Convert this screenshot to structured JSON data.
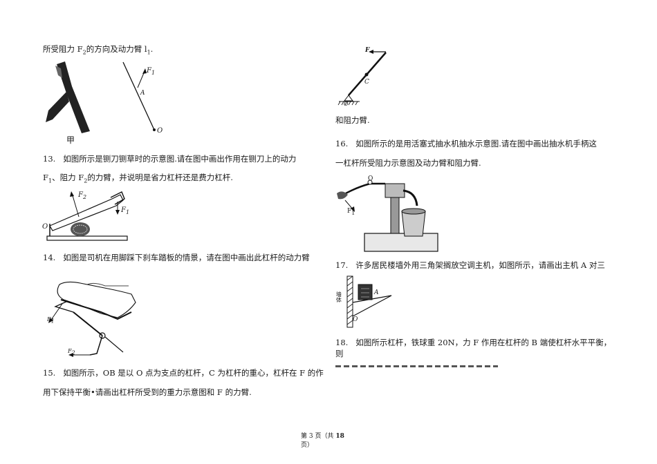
{
  "left": {
    "intro_line": {
      "pre": "所受阻力 F",
      "sub": "2",
      "post": "的方向及动力臂 l",
      "post_sub": "1",
      "end": "."
    },
    "fig12": {
      "label_jia": "甲",
      "label_F": "F",
      "label_F_sub": "1",
      "label_A": "A",
      "label_O": "O"
    },
    "q13": {
      "number": "13.",
      "line1": "如图所示是铡刀铡草时的示意图.请在图中画出作用在铡刀上的动力",
      "line2_pre": "F",
      "line2_sub1": "1",
      "line2_mid": "、阻力 F",
      "line2_sub2": "2",
      "line2_post": "的力臂，并说明是省力杠杆还是费力杠杆.",
      "fig": {
        "label_F2": "F",
        "label_F2_sub": "2",
        "label_F1": "F",
        "label_F1_sub": "1",
        "label_O": "O"
      }
    },
    "q14": {
      "number": "14.",
      "line1": "如图是司机在用脚踩下刹车踏板的情景，请在图中画出此杠杆的动力臂",
      "fig": {
        "label_F1": "F",
        "label_F1_sub": "1",
        "label_F2": "F",
        "label_F2_sub": "2"
      }
    },
    "q15": {
      "number": "15.",
      "line1": "如图所示，OB 是以 O 点为支点的杠杆，C 为杠杆的重心，杠杆在 F 的作",
      "line2": "用下保持平衡•请画出杠杆所受到的重力示意图和 F 的力臂."
    }
  },
  "right": {
    "fig15": {
      "label_F": "F",
      "label_C": "C",
      "label_O": "O"
    },
    "q15_cont": "和阻力臂.",
    "q16": {
      "number": "16.",
      "line1": "如图所示的是用活塞式抽水机抽水示意图.请在图中画出抽水机手柄这",
      "line2": "一杠杆所受阻力示意图及动力臂和阻力臂.",
      "fig": {
        "label_O": "O",
        "label_F1": "F",
        "label_F1_sub": "1"
      }
    },
    "q17": {
      "number": "17.",
      "line1": "许多居民楼墙外用三角架搁放空调主机，如图所示，请画出主机 A 对三",
      "fig": {
        "label_wall": "墙体",
        "label_A": "A",
        "label_O": "O"
      }
    },
    "q18": {
      "number": "18.",
      "line1": "如图所示杠杆，铁球重 20N，力 F 作用在杠杆的 B 端使杠杆水平平衡，",
      "line2": "则"
    }
  },
  "footer": {
    "pre": "第 3 页（共 ",
    "total": "18",
    "line2": "页）"
  }
}
